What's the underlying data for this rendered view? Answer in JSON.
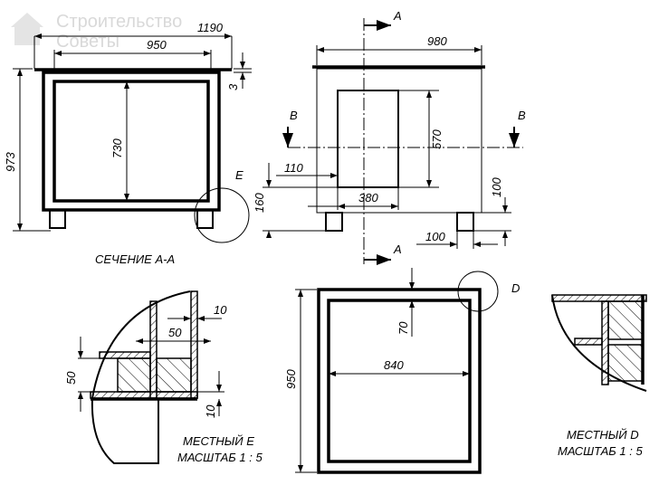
{
  "watermark": {
    "line1": "Строительство",
    "line2": "Советы"
  },
  "section_aa": {
    "dim_total_width": "1190",
    "dim_inner_width": "950",
    "dim_top_thickness": "3",
    "dim_total_height": "973",
    "dim_inner_height": "730",
    "detail_marker": "E",
    "caption": "СЕЧЕНИЕ А-А"
  },
  "front_view": {
    "section_a_top": "A",
    "section_a_bottom": "A",
    "section_b_left": "B",
    "section_b_right": "B",
    "dim_width": "980",
    "dim_door_height": "570",
    "dim_door_offset": "110",
    "dim_leg_height": "160",
    "dim_door_width": "380",
    "dim_right_height": "100",
    "dim_leg_width": "100"
  },
  "plan_view": {
    "dim_depth": "950",
    "dim_inner_width": "840",
    "dim_rail": "70",
    "detail_marker": "D"
  },
  "detail_e": {
    "dim_top_10": "10",
    "dim_width_50": "50",
    "dim_height_50": "50",
    "dim_bottom_10": "10",
    "caption_line1": "МЕСТНЫЙ Е",
    "caption_line2": "МАСШТАБ 1 : 5"
  },
  "detail_d": {
    "caption_line1": "МЕСТНЫЙ D",
    "caption_line2": "МАСШТАБ 1 : 5"
  }
}
